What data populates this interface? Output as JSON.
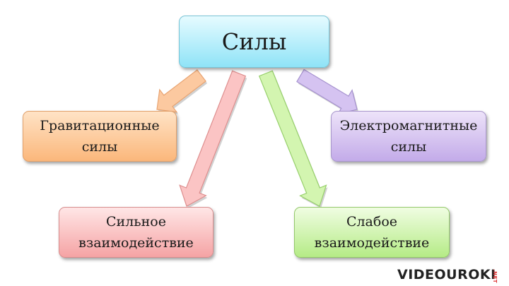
{
  "nodes": {
    "root": "Силы",
    "gravitational": "Гравитационные\nсилы",
    "electromagnetic": "Электромагнитные\nсилы",
    "strong": "Сильное\nвзаимодействие",
    "weak": "Слабое\nвзаимодействие"
  },
  "arrows": {
    "gravitational": {
      "fill": "#fcc9a0",
      "stroke": "#e8a472"
    },
    "electromagnetic": {
      "fill": "#d5c3f1",
      "stroke": "#a692cf"
    },
    "strong": {
      "fill": "#fbc4c4",
      "stroke": "#dd8e8e"
    },
    "weak": {
      "fill": "#d3f5b0",
      "stroke": "#97cf6c"
    }
  },
  "watermark": {
    "brand": "VIDEOUROKI",
    "suffix": ".NET"
  }
}
